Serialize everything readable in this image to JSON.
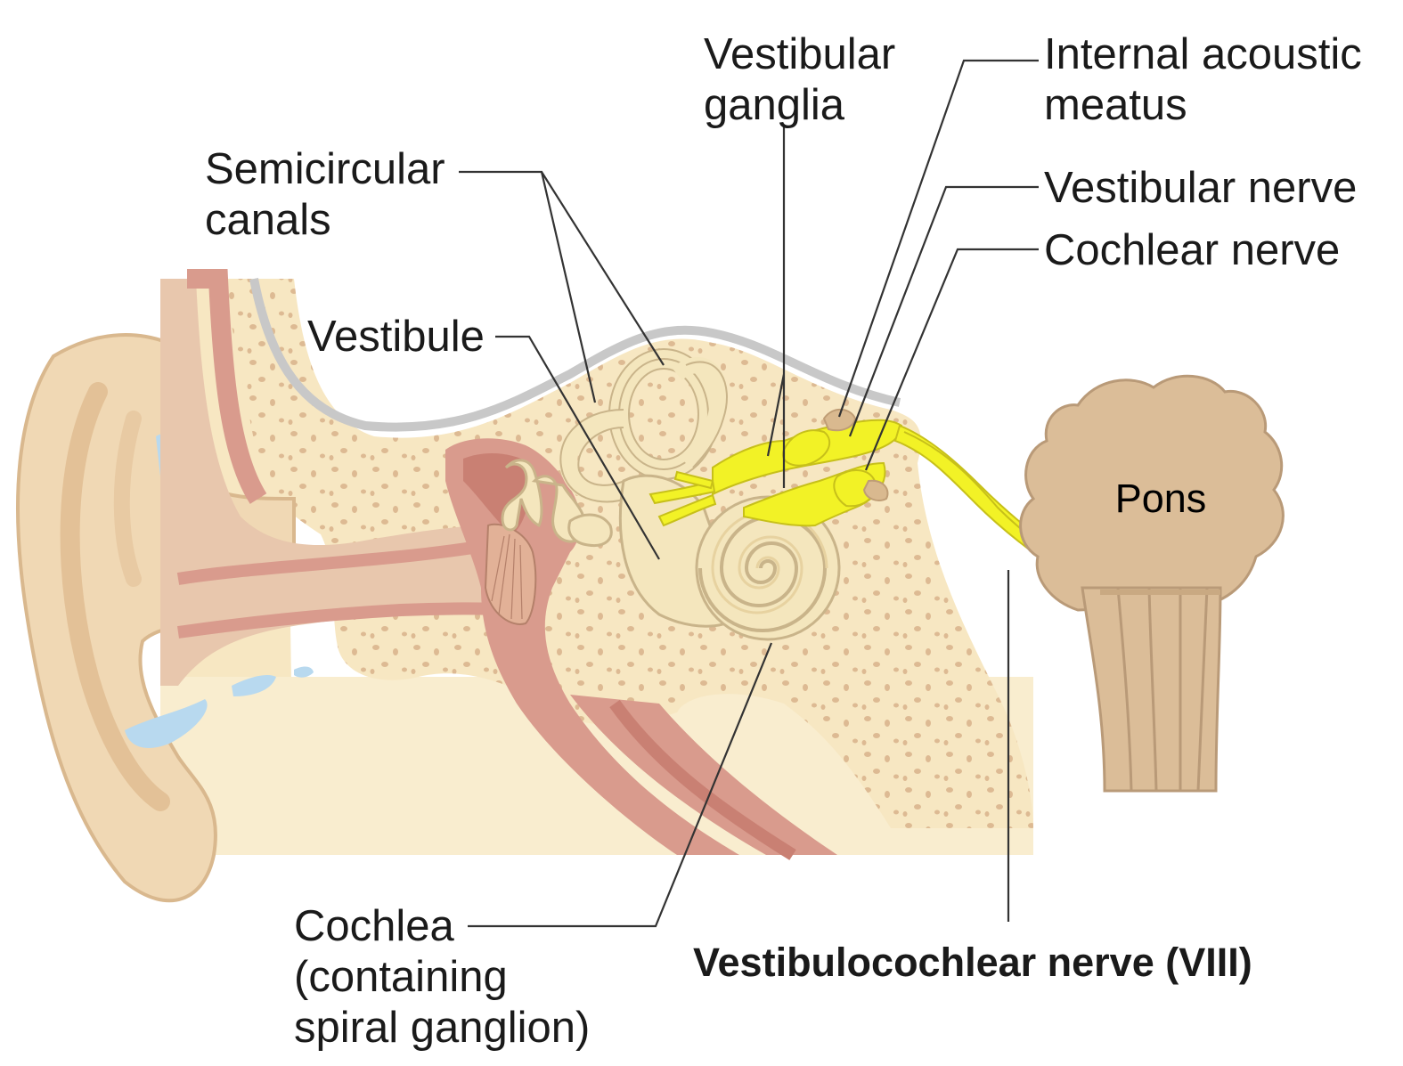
{
  "labels": {
    "vestibular_ganglia": [
      "Vestibular",
      "ganglia"
    ],
    "internal_acoustic_meatus": [
      "Internal acoustic",
      "meatus"
    ],
    "semicircular_canals": [
      "Semicircular",
      "canals"
    ],
    "vestibular_nerve": "Vestibular nerve",
    "cochlear_nerve": "Cochlear nerve",
    "vestibule": "Vestibule",
    "pons": "Pons",
    "cochlea": [
      "Cochlea",
      "(containing",
      "spiral ganglion)"
    ],
    "vestibulocochlear_nerve": "Vestibulocochlear nerve (VIII)"
  },
  "colors": {
    "background": "#ffffff",
    "skin": "#f0d8b4",
    "skin_dark": "#e3c197",
    "bone": "#f7e7c2",
    "bone_pores": "#dcb891",
    "canal_pink": "#d99b8d",
    "canal_dark": "#c98073",
    "cartilage_blue": "#b8d9ef",
    "labyrinth": "#f4e6bd",
    "labyrinth_outline": "#c9b48a",
    "nerve_yellow": "#f2f226",
    "brainstem": "#dbbd98",
    "brainstem_outline": "#b99a78",
    "leader": "#333333",
    "skull_gray": "#c8c8c8"
  }
}
